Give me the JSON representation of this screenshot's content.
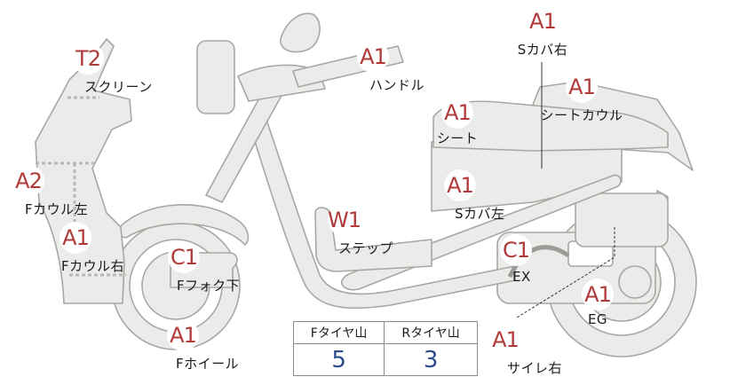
{
  "colors": {
    "badge": "#b03a3a",
    "body_fill": "#ebebe9",
    "body_stroke": "#a7a7a3",
    "dotted": "#b9b9b6",
    "tread_value": "#2d4a8a"
  },
  "parts": [
    {
      "id": "screen",
      "grade": "T2",
      "label": "スクリーン"
    },
    {
      "id": "handle",
      "grade": "A1",
      "label": "ハンドル"
    },
    {
      "id": "scover-r",
      "grade": "A1",
      "label": "Sカバ右"
    },
    {
      "id": "seatcowl",
      "grade": "A1",
      "label": "シートカウル"
    },
    {
      "id": "seat",
      "grade": "A1",
      "label": "シート"
    },
    {
      "id": "fcowl-l",
      "grade": "A2",
      "label": "Fカウル左"
    },
    {
      "id": "scover-l",
      "grade": "A1",
      "label": "Sカバ左"
    },
    {
      "id": "fcowl-r",
      "grade": "A1",
      "label": "Fカウル右"
    },
    {
      "id": "step",
      "grade": "W1",
      "label": "ステップ"
    },
    {
      "id": "ex",
      "grade": "C1",
      "label": "EX"
    },
    {
      "id": "ffork",
      "grade": "C1",
      "label": "Fフォク下"
    },
    {
      "id": "eg",
      "grade": "A1",
      "label": "EG"
    },
    {
      "id": "fwheel",
      "grade": "A1",
      "label": "Fホイール"
    },
    {
      "id": "silencer-r",
      "grade": "A1",
      "label": "サイレ右"
    }
  ],
  "tread_table": {
    "headers": [
      "Fタイヤ山",
      "Rタイヤ山"
    ],
    "values": [
      "5",
      "3"
    ]
  }
}
